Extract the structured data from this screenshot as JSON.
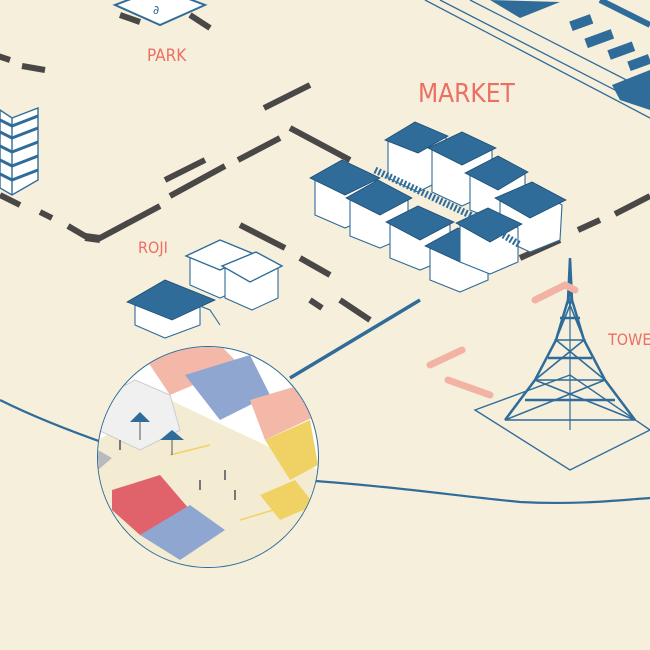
{
  "labels": {
    "park": "PARK",
    "market": "MARKET",
    "roji": "ROJI",
    "tower": "TOWER"
  },
  "colors": {
    "background": "#f6efdc",
    "road": "#4a4747",
    "building": "#2f6c9a",
    "label": "#ec6f64",
    "accent_pink": "#f2b3a4",
    "roof_red": "#e0626a",
    "roof_blue": "#8fa6d0",
    "roof_yellow": "#f0d264",
    "roof_peach": "#f4b8a8"
  },
  "icons": [
    "building-icon",
    "tower-icon",
    "umbrella-icon"
  ]
}
